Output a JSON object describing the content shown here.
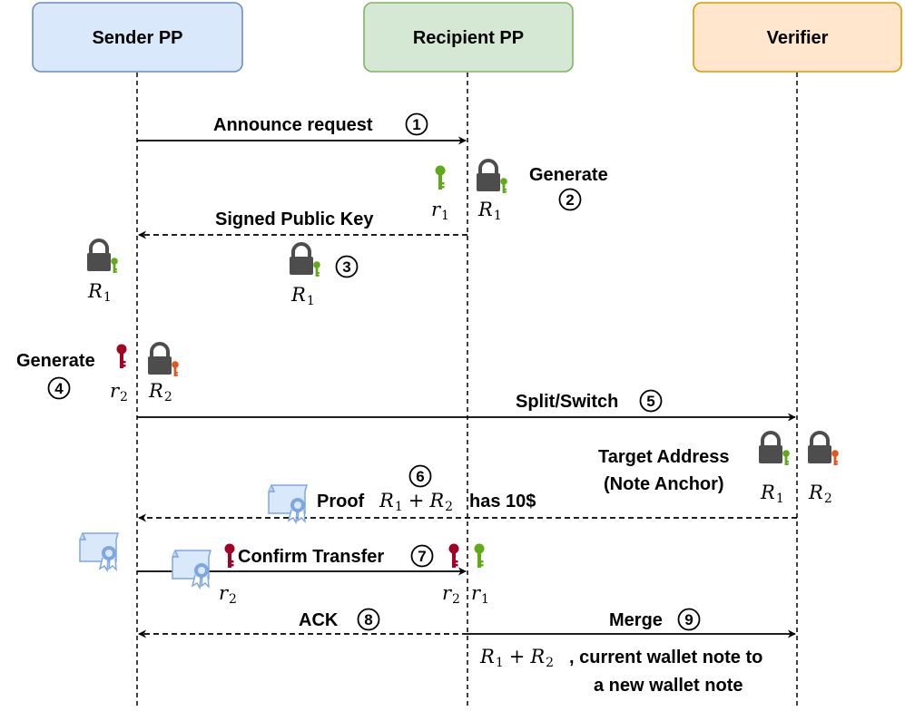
{
  "participants": {
    "sender": {
      "label": "Sender PP",
      "fill": "#dae8fc",
      "stroke": "#6c8ebf"
    },
    "recipient": {
      "label": "Recipient PP",
      "fill": "#d5e8d4",
      "stroke": "#82b366"
    },
    "verifier": {
      "label": "Verifier",
      "fill": "#ffe6cc",
      "stroke": "#d79b00"
    }
  },
  "colors": {
    "key_green": "#60a917",
    "key_red": "#a20025",
    "key_orange": "#e0551b",
    "lock_body": "#4d4d4d",
    "certificate": "#7ea6e0"
  },
  "messages": {
    "m1": {
      "label": "Announce request",
      "num": "1"
    },
    "m2": {
      "label": "Generate",
      "num": "2"
    },
    "m3": {
      "label": "Signed Public Key",
      "num": "3"
    },
    "m4": {
      "label": "Generate",
      "num": "4"
    },
    "m5": {
      "label": "Split/Switch",
      "num": "5"
    },
    "m6": {
      "label_pre": "Proof",
      "label_post": "has 10$",
      "num": "6"
    },
    "m7": {
      "label": "Confirm Transfer",
      "num": "7"
    },
    "m8": {
      "label": "ACK",
      "num": "8"
    },
    "m9": {
      "label": "Merge",
      "num": "9"
    }
  },
  "notes": {
    "target_line1": "Target Address",
    "target_line2": "(Note Anchor)",
    "merge_line1": ", current wallet note to",
    "merge_line2": "a new wallet note"
  },
  "symbols": {
    "r": "r",
    "R": "R",
    "s1": "1",
    "s2": "2",
    "plus": "+"
  }
}
